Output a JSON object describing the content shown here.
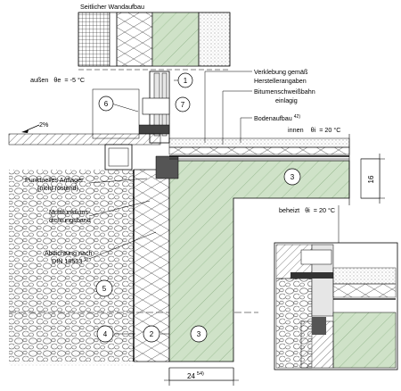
{
  "header": {
    "title": "Seitlicher Wandaufbau"
  },
  "climate": {
    "outside": {
      "label": "außen",
      "symbol": "θe",
      "value": "= -5 °C"
    },
    "inside": {
      "label": "innen",
      "symbol": "θi",
      "value": "= 20 °C"
    },
    "heated": {
      "label": "beheizt",
      "symbol": "θi",
      "value": "= 20 °C"
    }
  },
  "slope": {
    "text": "2%"
  },
  "labels": {
    "verklebung_1": "Verklebung gemäß",
    "verklebung_2": "Herstellerangaben",
    "bitumen_1": "Bitumenschweißbahn",
    "bitumen_2": "einlagig",
    "bodenaufbau": "Bodenaufbau",
    "bodenaufbau_sup": "42)",
    "auflager_1": "Punktuelles Auflager",
    "auflager_2": "(nicht rostend)",
    "multi_1": "Multifunktions-",
    "multi_2": "dichtungsband",
    "abdichtung_1": "Abdichtung nach",
    "abdichtung_2": "DIN 18533",
    "abdichtung_sup": "5)"
  },
  "callouts": {
    "c1": "1",
    "c2": "2",
    "c3a": "3",
    "c3b": "3",
    "c4": "4",
    "c5": "5",
    "c6": "6",
    "c7": "7"
  },
  "dimensions": {
    "height": "16",
    "width": "24",
    "width_sup": "54)"
  },
  "colors": {
    "concrete": "#cfe2c8",
    "insulation": "#f2f2f2",
    "gravel": "#ffffff",
    "line": "#000000",
    "screed": "#d9d9d9"
  }
}
